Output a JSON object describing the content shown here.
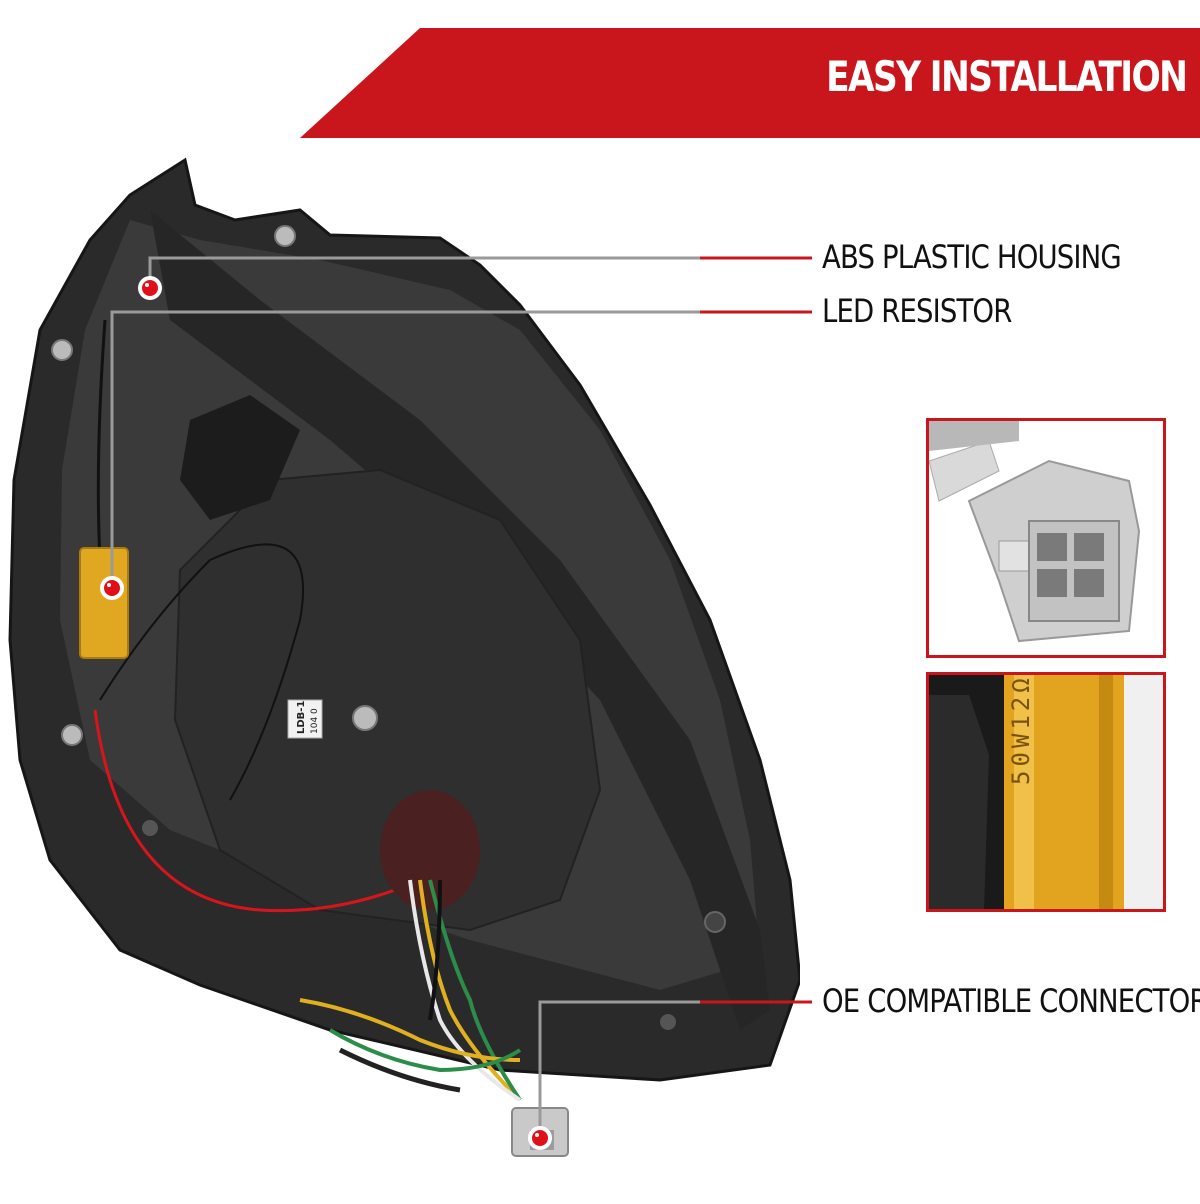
{
  "banner": {
    "title": "EASY INSTALLATION",
    "color": "#c8161c"
  },
  "callouts": [
    {
      "label": "ABS PLASTIC HOUSING"
    },
    {
      "label": "LED RESISTOR"
    },
    {
      "label": "OE COMPATIBLE CONNECTOR"
    }
  ],
  "inset_resistor": {
    "marking": "50W12ΩJ"
  },
  "product_stickers": {
    "sticker_text": "LDB-1",
    "sticker_sub": "104 0"
  },
  "colors": {
    "accent": "#c8161c",
    "marker": "#e0101a",
    "leader": "#9a9a9a",
    "resistor": "#e0a820"
  }
}
